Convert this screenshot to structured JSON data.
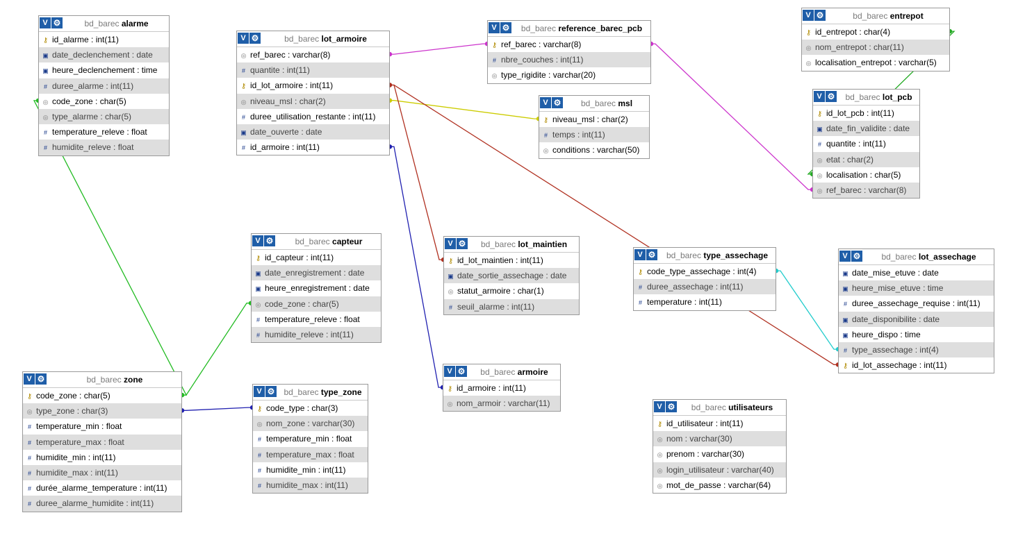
{
  "database": "bd_barec",
  "tables": [
    {
      "id": "alarme",
      "name": "alarme",
      "columns": [
        {
          "text": "id_alarme : int(11)",
          "icon": "key"
        },
        {
          "text": "date_declenchement : date",
          "icon": "date"
        },
        {
          "text": "heure_declenchement : time",
          "icon": "date"
        },
        {
          "text": "duree_alarme : int(11)",
          "icon": "num"
        },
        {
          "text": "code_zone : char(5)",
          "icon": "text"
        },
        {
          "text": "type_alarme : char(5)",
          "icon": "text"
        },
        {
          "text": "temperature_releve : float",
          "icon": "num"
        },
        {
          "text": "humidite_releve : float",
          "icon": "num"
        }
      ]
    },
    {
      "id": "lot_armoire",
      "name": "lot_armoire",
      "columns": [
        {
          "text": "ref_barec : varchar(8)",
          "icon": "text"
        },
        {
          "text": "quantite : int(11)",
          "icon": "num"
        },
        {
          "text": "id_lot_armoire : int(11)",
          "icon": "key"
        },
        {
          "text": "niveau_msl : char(2)",
          "icon": "text"
        },
        {
          "text": "duree_utilisation_restante : int(11)",
          "icon": "num"
        },
        {
          "text": "date_ouverte : date",
          "icon": "date"
        },
        {
          "text": "id_armoire : int(11)",
          "icon": "num"
        }
      ]
    },
    {
      "id": "reference_barec_pcb",
      "name": "reference_barec_pcb",
      "columns": [
        {
          "text": "ref_barec : varchar(8)",
          "icon": "key"
        },
        {
          "text": "nbre_couches : int(11)",
          "icon": "num"
        },
        {
          "text": "type_rigidite : varchar(20)",
          "icon": "text"
        }
      ]
    },
    {
      "id": "msl",
      "name": "msl",
      "columns": [
        {
          "text": "niveau_msl : char(2)",
          "icon": "key"
        },
        {
          "text": "temps : int(11)",
          "icon": "num"
        },
        {
          "text": "conditions : varchar(50)",
          "icon": "text"
        }
      ]
    },
    {
      "id": "entrepot",
      "name": "entrepot",
      "columns": [
        {
          "text": "id_entrepot : char(4)",
          "icon": "key"
        },
        {
          "text": "nom_entrepot : char(11)",
          "icon": "text"
        },
        {
          "text": "localisation_entrepot : varchar(5)",
          "icon": "text"
        }
      ]
    },
    {
      "id": "lot_pcb",
      "name": "lot_pcb",
      "columns": [
        {
          "text": "id_lot_pcb : int(11)",
          "icon": "key"
        },
        {
          "text": "date_fin_validite : date",
          "icon": "date"
        },
        {
          "text": "quantite : int(11)",
          "icon": "num"
        },
        {
          "text": "etat : char(2)",
          "icon": "text"
        },
        {
          "text": "localisation : char(5)",
          "icon": "text"
        },
        {
          "text": "ref_barec : varchar(8)",
          "icon": "text"
        }
      ]
    },
    {
      "id": "capteur",
      "name": "capteur",
      "columns": [
        {
          "text": "id_capteur : int(11)",
          "icon": "key"
        },
        {
          "text": "date_enregistrement : date",
          "icon": "date"
        },
        {
          "text": "heure_enregistrement : date",
          "icon": "date"
        },
        {
          "text": "code_zone : char(5)",
          "icon": "text"
        },
        {
          "text": "temperature_releve : float",
          "icon": "num"
        },
        {
          "text": "humidite_releve : int(11)",
          "icon": "num"
        }
      ]
    },
    {
      "id": "lot_maintien",
      "name": "lot_maintien",
      "columns": [
        {
          "text": "id_lot_maintien : int(11)",
          "icon": "key"
        },
        {
          "text": "date_sortie_assechage : date",
          "icon": "date"
        },
        {
          "text": "statut_armoire : char(1)",
          "icon": "text"
        },
        {
          "text": "seuil_alarme : int(11)",
          "icon": "num"
        }
      ]
    },
    {
      "id": "type_assechage",
      "name": "type_assechage",
      "columns": [
        {
          "text": "code_type_assechage : int(4)",
          "icon": "key"
        },
        {
          "text": "duree_assechage : int(11)",
          "icon": "num"
        },
        {
          "text": "temperature : int(11)",
          "icon": "num"
        }
      ]
    },
    {
      "id": "lot_assechage",
      "name": "lot_assechage",
      "columns": [
        {
          "text": "date_mise_etuve : date",
          "icon": "date"
        },
        {
          "text": "heure_mise_etuve : time",
          "icon": "date"
        },
        {
          "text": "duree_assechage_requise : int(11)",
          "icon": "num"
        },
        {
          "text": "date_disponibilite : date",
          "icon": "date"
        },
        {
          "text": "heure_dispo : time",
          "icon": "date"
        },
        {
          "text": "type_assechage : int(4)",
          "icon": "num"
        },
        {
          "text": "id_lot_assechage : int(11)",
          "icon": "key"
        }
      ]
    },
    {
      "id": "zone",
      "name": "zone",
      "columns": [
        {
          "text": "code_zone : char(5)",
          "icon": "key"
        },
        {
          "text": "type_zone : char(3)",
          "icon": "text"
        },
        {
          "text": "temperature_min : float",
          "icon": "num"
        },
        {
          "text": "temperature_max : float",
          "icon": "num"
        },
        {
          "text": "humidite_min : int(11)",
          "icon": "num"
        },
        {
          "text": "humidite_max : int(11)",
          "icon": "num"
        },
        {
          "text": "durée_alarme_temperature : int(11)",
          "icon": "num"
        },
        {
          "text": "duree_alarme_humidite : int(11)",
          "icon": "num"
        }
      ]
    },
    {
      "id": "type_zone",
      "name": "type_zone",
      "columns": [
        {
          "text": "code_type : char(3)",
          "icon": "key"
        },
        {
          "text": "nom_zone : varchar(30)",
          "icon": "text"
        },
        {
          "text": "temperature_min : float",
          "icon": "num"
        },
        {
          "text": "temperature_max : float",
          "icon": "num"
        },
        {
          "text": "humidite_min : int(11)",
          "icon": "num"
        },
        {
          "text": "humidite_max : int(11)",
          "icon": "num"
        }
      ]
    },
    {
      "id": "armoire",
      "name": "armoire",
      "columns": [
        {
          "text": "id_armoire : int(11)",
          "icon": "key"
        },
        {
          "text": "nom_armoir : varchar(11)",
          "icon": "text"
        }
      ]
    },
    {
      "id": "utilisateurs",
      "name": "utilisateurs",
      "columns": [
        {
          "text": "id_utilisateur : int(11)",
          "icon": "key"
        },
        {
          "text": "nom : varchar(30)",
          "icon": "text"
        },
        {
          "text": "prenom : varchar(30)",
          "icon": "text"
        },
        {
          "text": "login_utilisateur : varchar(40)",
          "icon": "text"
        },
        {
          "text": "mot_de_passe : varchar(64)",
          "icon": "text"
        }
      ]
    }
  ],
  "relations": [
    {
      "from": "lot_armoire.ref_barec",
      "to": "reference_barec_pcb.ref_barec",
      "color": "#cc33cc"
    },
    {
      "from": "reference_barec_pcb.ref_barec",
      "to": "lot_pcb.ref_barec",
      "color": "#cc33cc"
    },
    {
      "from": "lot_armoire.niveau_msl",
      "to": "msl.niveau_msl",
      "color": "#cccc00"
    },
    {
      "from": "lot_armoire.id_lot_armoire",
      "to": "lot_maintien.id_lot_maintien",
      "color": "#b03020"
    },
    {
      "from": "lot_armoire.id_lot_armoire",
      "to": "lot_assechage.id_lot_assechage",
      "color": "#b03020"
    },
    {
      "from": "lot_armoire.id_armoire",
      "to": "armoire.id_armoire",
      "color": "#2020b0"
    },
    {
      "from": "entrepot.id_entrepot",
      "to": "lot_pcb.localisation",
      "color": "#22aa22"
    },
    {
      "from": "type_assechage.code_type_assechage",
      "to": "lot_assechage.type_assechage",
      "color": "#22cccc"
    },
    {
      "from": "alarme.code_zone",
      "to": "zone.code_zone",
      "color": "#22bb22"
    },
    {
      "from": "capteur.code_zone",
      "to": "zone.code_zone",
      "color": "#22bb22"
    },
    {
      "from": "zone.type_zone",
      "to": "type_zone.code_type",
      "color": "#2020b0"
    }
  ]
}
